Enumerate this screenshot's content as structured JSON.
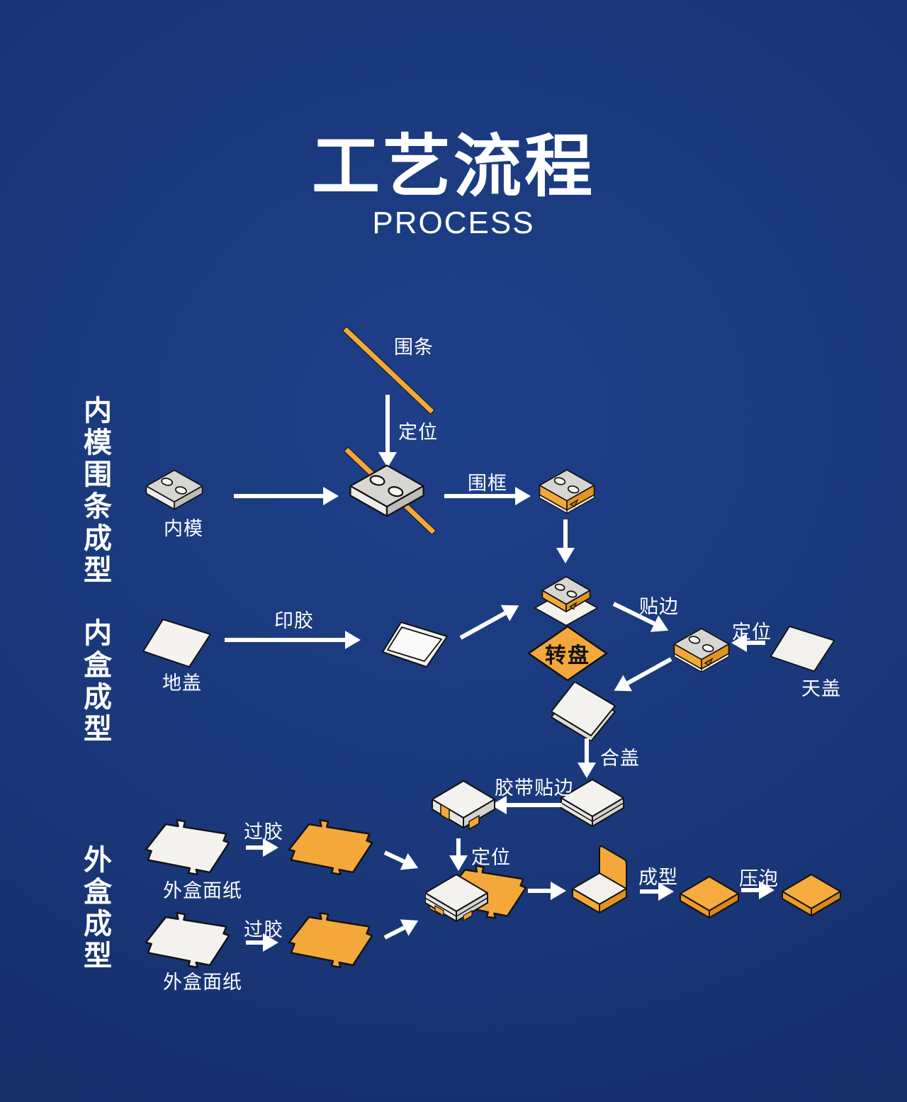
{
  "poster": {
    "title": "工艺流程",
    "subtitle": "PROCESS"
  },
  "colors": {
    "background": "#18357a",
    "accent_orange": "#f4a83b",
    "ink": "#121212",
    "text": "#ffffff"
  },
  "sections": {
    "inner_mold_wrap": "内模围条成型",
    "inner_box": "内盒成型",
    "outer_box": "外盒成型"
  },
  "nodes": {
    "wrap_strip": "围条",
    "inner_mold": "内模",
    "bottom_cover": "地盖",
    "turntable": "转盘",
    "top_cover": "天盖",
    "outer_paper_top": "外盒面纸",
    "outer_paper_bottom": "外盒面纸"
  },
  "steps": {
    "position_strip": "定位",
    "wrap_frame": "围框",
    "print_glue": "印胶",
    "paste_edge": "贴边",
    "position_top_cover": "定位",
    "close_cover": "合盖",
    "tape_edge": "胶带贴边",
    "position_case": "定位",
    "glue_top": "过胶",
    "glue_bottom": "过胶",
    "forming": "成型",
    "press_bubble": "压泡"
  }
}
